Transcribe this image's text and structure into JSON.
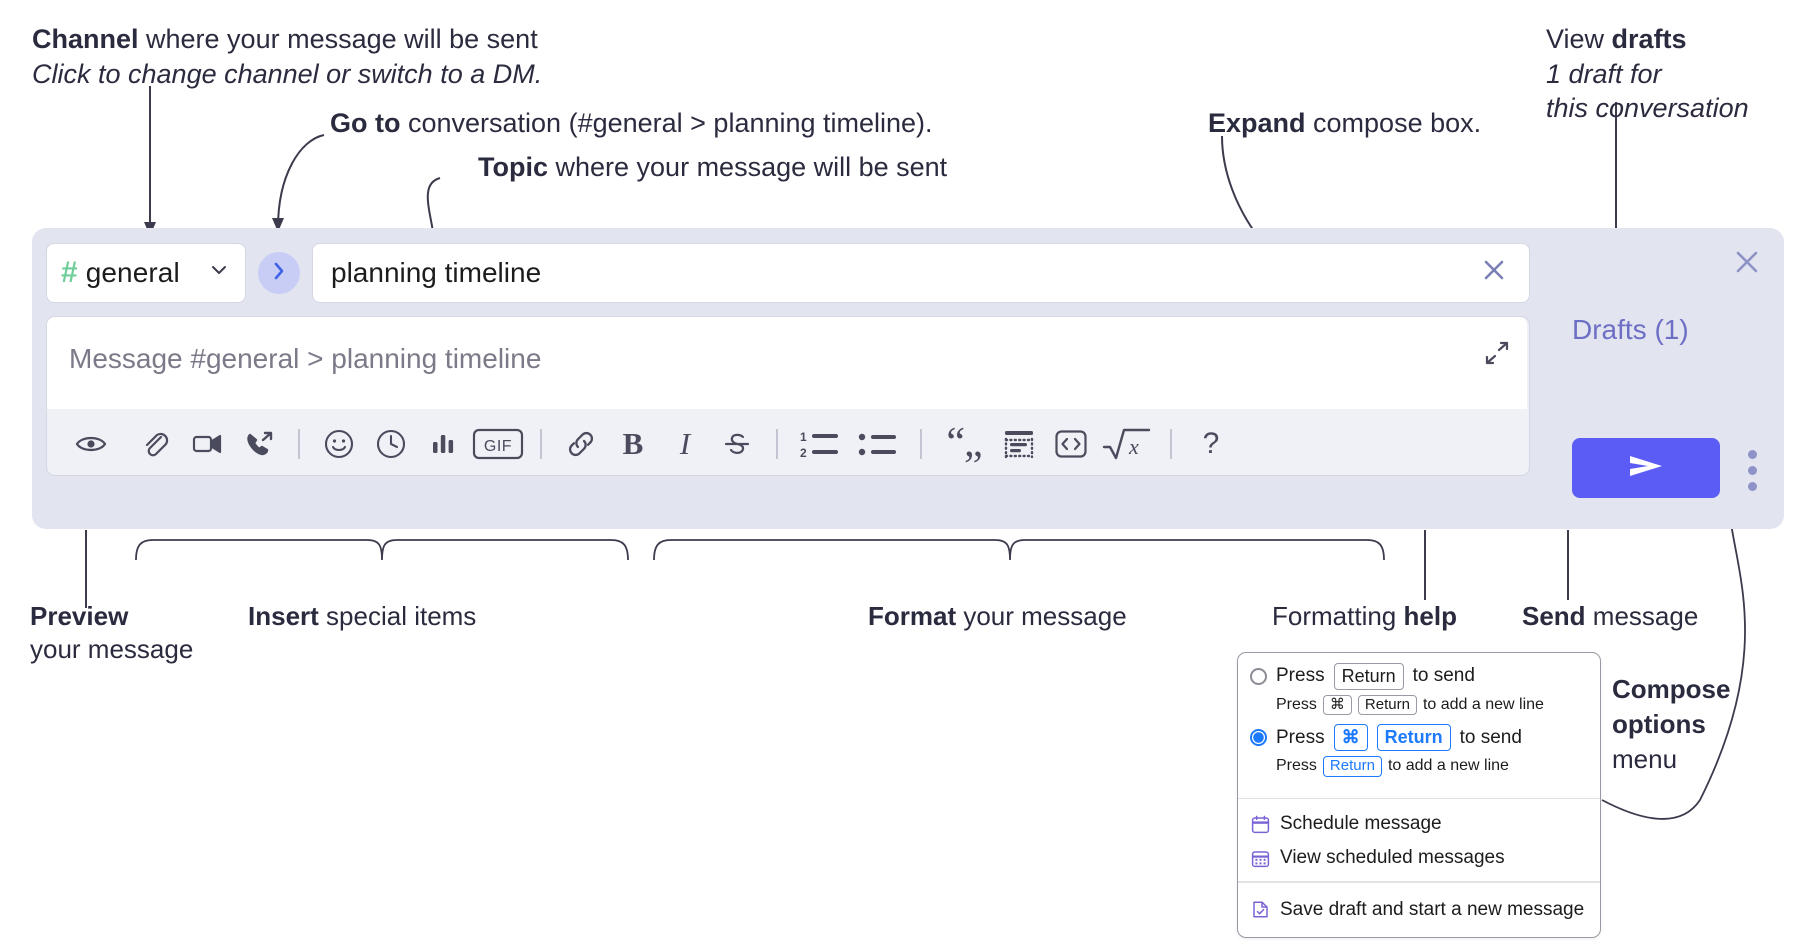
{
  "annotations": {
    "channel": {
      "bold": "Channel",
      "rest": " where your message will be sent",
      "italic": "Click to change channel or switch to a DM."
    },
    "goto": {
      "bold": "Go to",
      "rest": " conversation (#general > planning timeline)."
    },
    "topic": {
      "bold": "Topic",
      "rest": " where your message will be sent"
    },
    "expand": {
      "bold": "Expand",
      "rest": " compose box."
    },
    "drafts": {
      "plain": "View ",
      "bold": "drafts",
      "italic1": "1 draft for",
      "italic2": "this conversation"
    },
    "preview": {
      "bold": "Preview",
      "rest": "your message"
    },
    "insert": {
      "bold": "Insert",
      "rest": " special items"
    },
    "format": {
      "bold": "Format",
      "rest": " your message"
    },
    "help": {
      "plain": "Formatting ",
      "bold": "help"
    },
    "send": {
      "bold": "Send",
      "rest": " message"
    },
    "compose_options": {
      "bold1": "Compose",
      "bold2": "options",
      "rest": "menu"
    }
  },
  "compose": {
    "channel": {
      "hash": "#",
      "name": "general",
      "chevron": "chevron-down-icon"
    },
    "goto_icon": "chevron-right-icon",
    "topic": {
      "value": "planning timeline",
      "clear_icon": "close-icon"
    },
    "message": {
      "placeholder": "Message #general > planning timeline",
      "value": ""
    },
    "expand_icon": "expand-icon",
    "drafts_label": "Drafts (1)",
    "close_icon": "close-icon",
    "send_icon": "send-paperplane-icon",
    "kebab_icon": "more-options-icon",
    "toolbar": [
      {
        "name": "preview-icon",
        "group": "preview"
      },
      {
        "name": "attachment-icon",
        "group": "insert"
      },
      {
        "name": "video-clip-icon",
        "group": "insert"
      },
      {
        "name": "audio-clip-icon",
        "group": "insert"
      },
      {
        "name": "emoji-icon",
        "group": "insert"
      },
      {
        "name": "clock-reminder-icon",
        "group": "insert"
      },
      {
        "name": "poll-bar-chart-icon",
        "group": "insert"
      },
      {
        "name": "gif-icon",
        "label": "GIF",
        "group": "insert"
      },
      {
        "name": "link-icon",
        "group": "format"
      },
      {
        "name": "bold-icon",
        "label": "B",
        "group": "format"
      },
      {
        "name": "italic-icon",
        "label": "I",
        "group": "format"
      },
      {
        "name": "strikethrough-icon",
        "label": "S",
        "group": "format"
      },
      {
        "name": "ordered-list-icon",
        "group": "format"
      },
      {
        "name": "bulleted-list-icon",
        "group": "format"
      },
      {
        "name": "blockquote-icon",
        "group": "format"
      },
      {
        "name": "code-block-icon",
        "group": "format"
      },
      {
        "name": "code-inline-icon",
        "group": "format"
      },
      {
        "name": "latex-math-icon",
        "group": "format"
      },
      {
        "name": "formatting-help-icon",
        "label": "?",
        "group": "help"
      }
    ]
  },
  "menu": {
    "options": [
      {
        "selected": false,
        "press": "Press",
        "key": "Return",
        "tail": "to send",
        "sub_press": "Press",
        "sub_key1": "⌘",
        "sub_key2": "Return",
        "sub_tail": "to add a new line"
      },
      {
        "selected": true,
        "press": "Press",
        "key1": "⌘",
        "key2": "Return",
        "tail": "to send",
        "sub_press": "Press",
        "sub_key": "Return",
        "sub_tail": "to add a new line"
      }
    ],
    "items": [
      {
        "icon": "calendar-schedule-icon",
        "label": "Schedule message"
      },
      {
        "icon": "calendar-grid-icon",
        "label": "View scheduled messages"
      },
      {
        "icon": "save-draft-icon",
        "label": "Save draft and start a new message"
      }
    ]
  },
  "colors": {
    "panel_bg": "#e2e4f0",
    "accent_send": "#5b5bf5",
    "drafts_text": "#6c6fc4",
    "hash_green": "#6fce9a",
    "goto_bubble": "#c8cdf5",
    "radio_blue": "#1d7afc"
  }
}
